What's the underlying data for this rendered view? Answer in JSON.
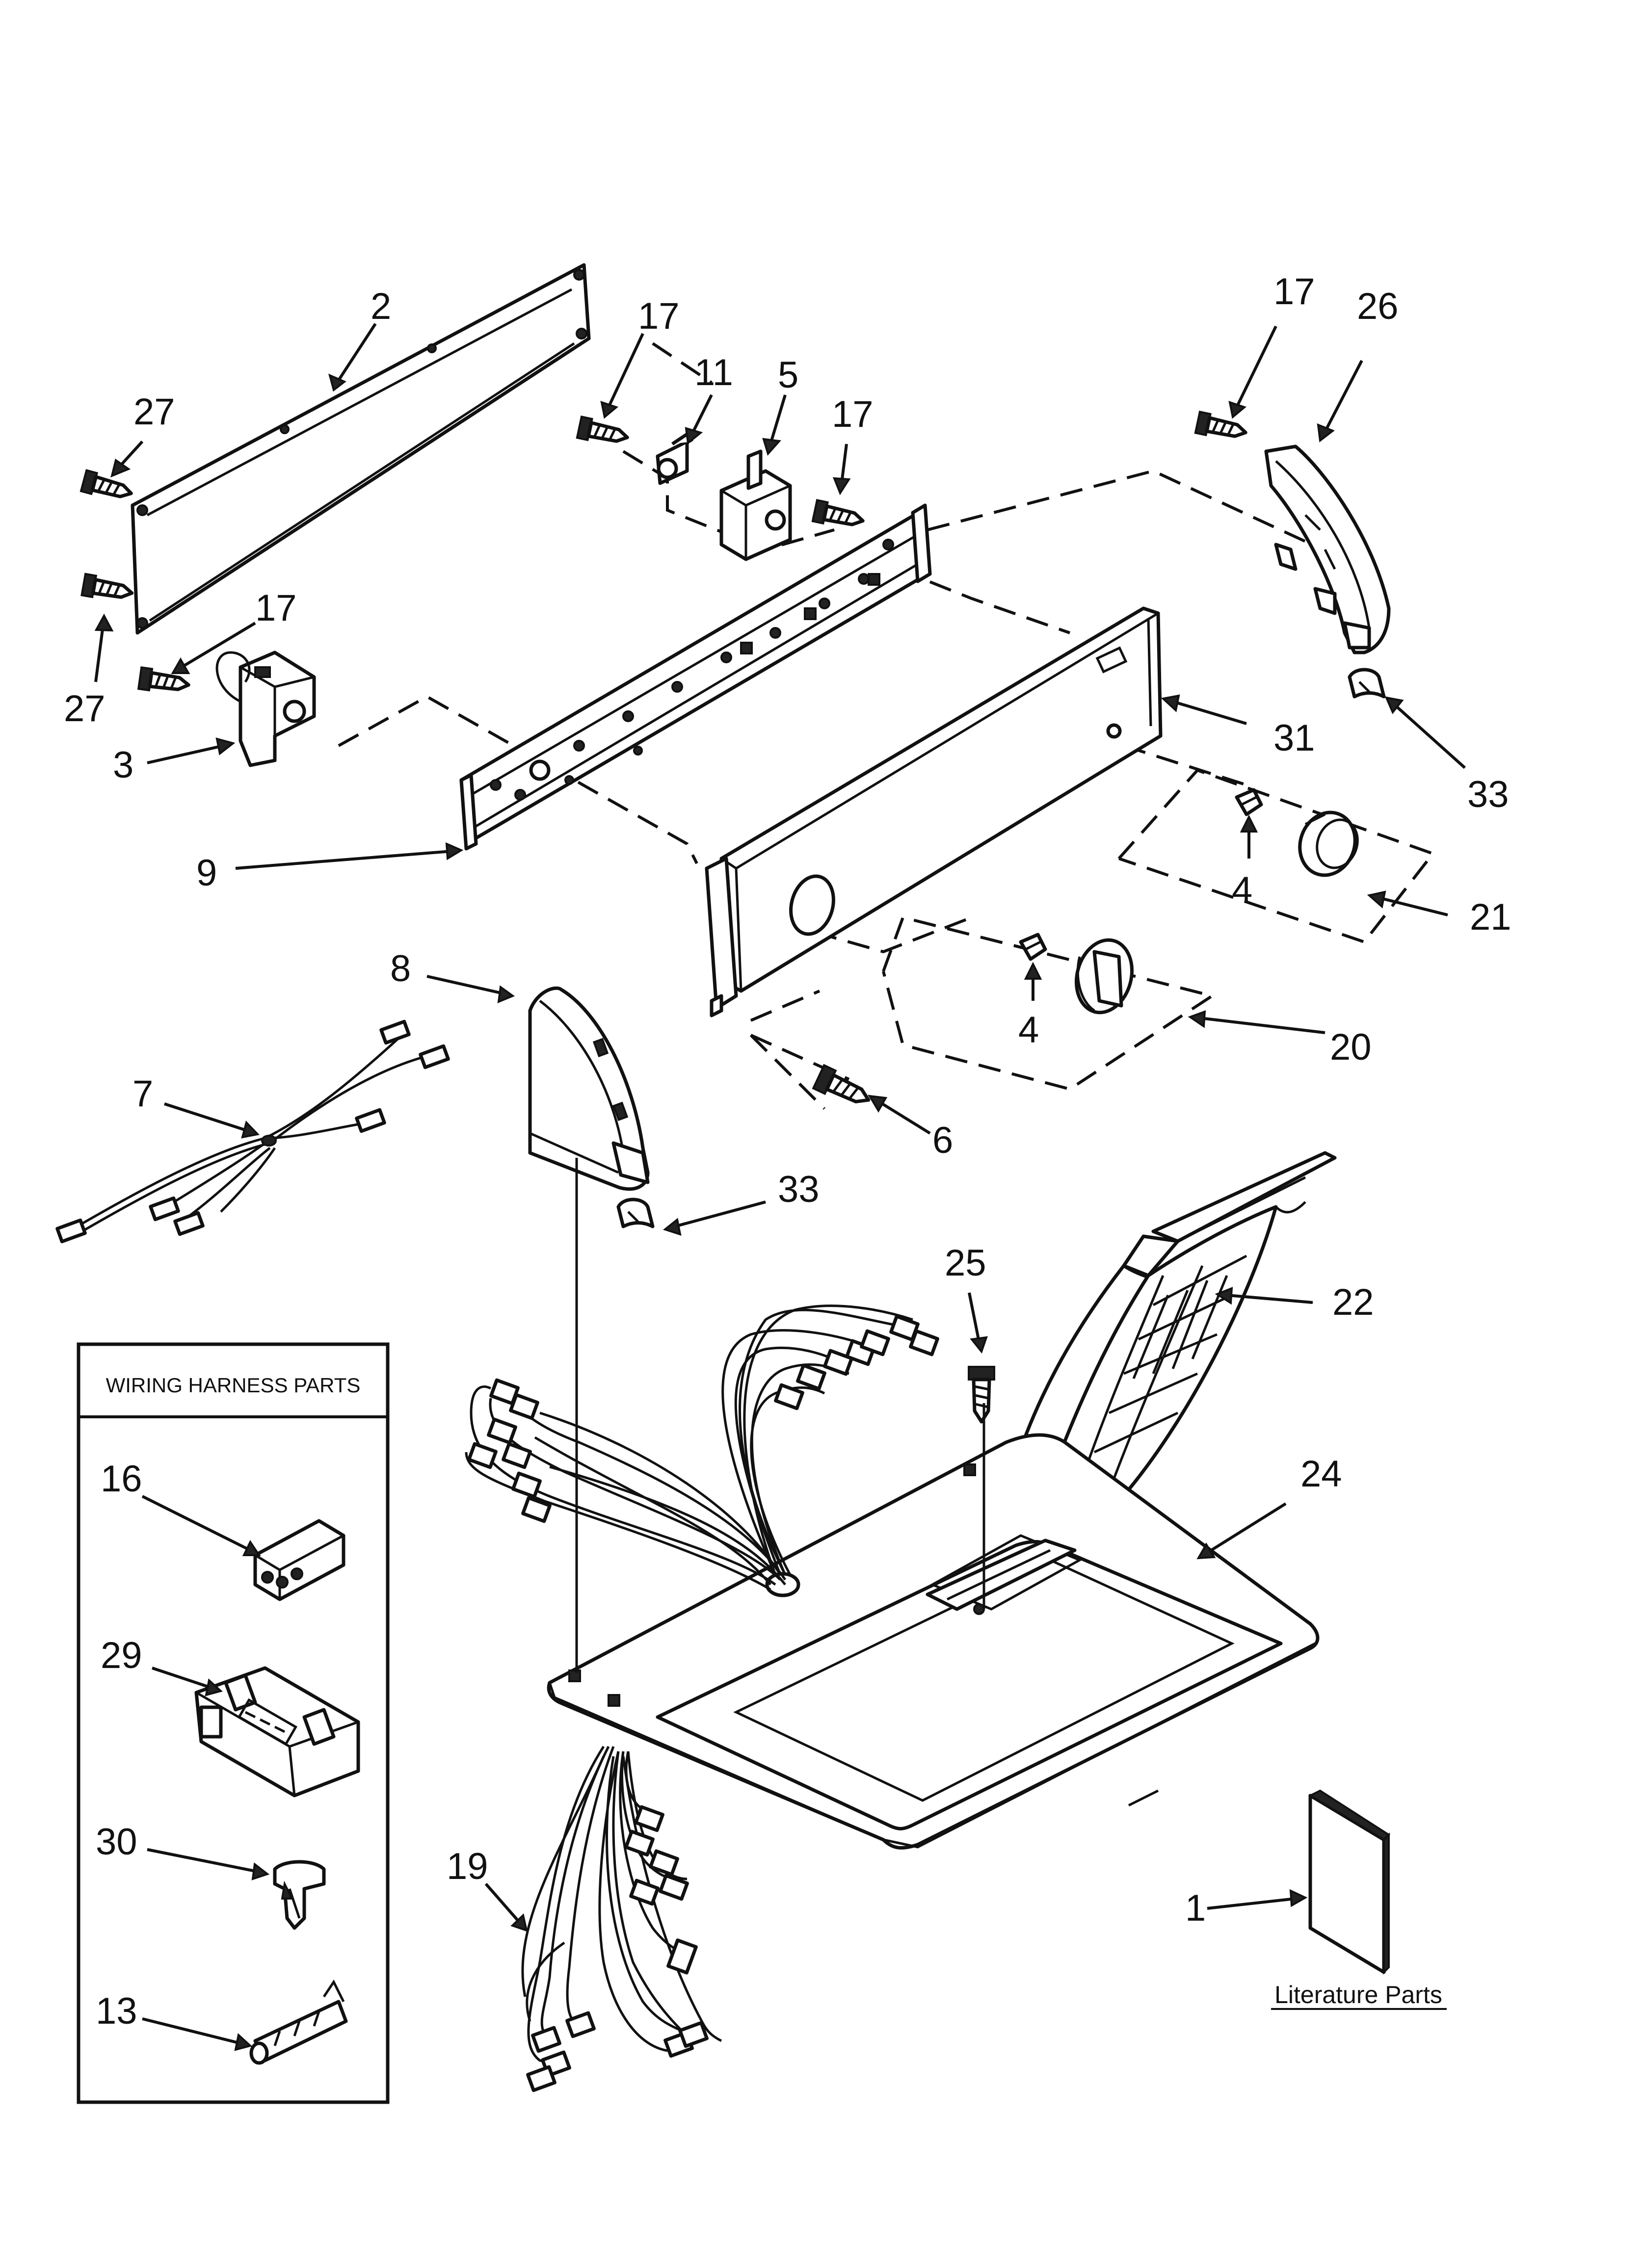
{
  "callouts": [
    {
      "id": "2",
      "text": "2"
    },
    {
      "id": "27a",
      "text": "27"
    },
    {
      "id": "27b",
      "text": "27"
    },
    {
      "id": "17a",
      "text": "17"
    },
    {
      "id": "11",
      "text": "11"
    },
    {
      "id": "5",
      "text": "5"
    },
    {
      "id": "17b",
      "text": "17"
    },
    {
      "id": "17c",
      "text": "17"
    },
    {
      "id": "17d",
      "text": "17"
    },
    {
      "id": "26",
      "text": "26"
    },
    {
      "id": "3",
      "text": "3"
    },
    {
      "id": "9",
      "text": "9"
    },
    {
      "id": "31",
      "text": "31"
    },
    {
      "id": "33a",
      "text": "33"
    },
    {
      "id": "4a",
      "text": "4"
    },
    {
      "id": "21",
      "text": "21"
    },
    {
      "id": "8",
      "text": "8"
    },
    {
      "id": "4b",
      "text": "4"
    },
    {
      "id": "20",
      "text": "20"
    },
    {
      "id": "7",
      "text": "7"
    },
    {
      "id": "6",
      "text": "6"
    },
    {
      "id": "33b",
      "text": "33"
    },
    {
      "id": "25",
      "text": "25"
    },
    {
      "id": "22",
      "text": "22"
    },
    {
      "id": "24",
      "text": "24"
    },
    {
      "id": "19",
      "text": "19"
    },
    {
      "id": "1",
      "text": "1"
    }
  ],
  "wiring_box": {
    "title": "WIRING HARNESS PARTS",
    "items": [
      {
        "id": "16",
        "text": "16"
      },
      {
        "id": "29",
        "text": "29"
      },
      {
        "id": "30",
        "text": "30"
      },
      {
        "id": "13",
        "text": "13"
      }
    ]
  },
  "literature_label": "Literature Parts"
}
